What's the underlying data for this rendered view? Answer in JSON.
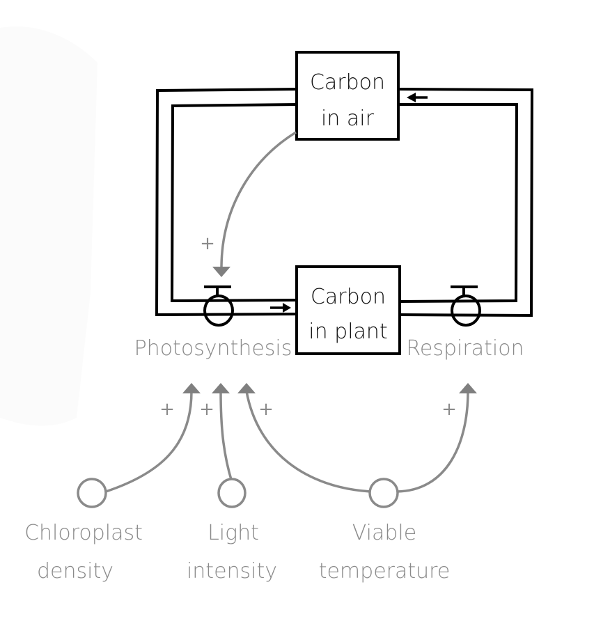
{
  "diagram": {
    "type": "stock-and-flow",
    "colors": {
      "stock_stroke": "#000000",
      "flow_label": "#8a8a8a",
      "link": "#8a8a8a",
      "background": "#ffffff"
    },
    "stocks": [
      {
        "id": "carbon-in-air",
        "line1": "Carbon",
        "line2": "in air"
      },
      {
        "id": "carbon-in-plant",
        "line1": "Carbon",
        "line2": "in plant"
      }
    ],
    "flows": [
      {
        "id": "photosynthesis",
        "label": "Photosynthesis",
        "from": "carbon-in-air",
        "to": "carbon-in-plant"
      },
      {
        "id": "respiration",
        "label": "Respiration",
        "from": "carbon-in-plant",
        "to": "carbon-in-air"
      }
    ],
    "auxiliaries": [
      {
        "id": "chloroplast-density",
        "line1": "Chloroplast",
        "line2": "density"
      },
      {
        "id": "light-intensity",
        "line1": "Light",
        "line2": "intensity"
      },
      {
        "id": "viable-temperature",
        "line1": "Viable",
        "line2": "temperature"
      }
    ],
    "links": [
      {
        "from": "carbon-in-air",
        "to": "photosynthesis",
        "polarity": "+"
      },
      {
        "from": "chloroplast-density",
        "to": "photosynthesis",
        "polarity": "+"
      },
      {
        "from": "light-intensity",
        "to": "photosynthesis",
        "polarity": "+"
      },
      {
        "from": "viable-temperature",
        "to": "photosynthesis",
        "polarity": "+"
      },
      {
        "from": "viable-temperature",
        "to": "respiration",
        "polarity": "+"
      }
    ]
  }
}
